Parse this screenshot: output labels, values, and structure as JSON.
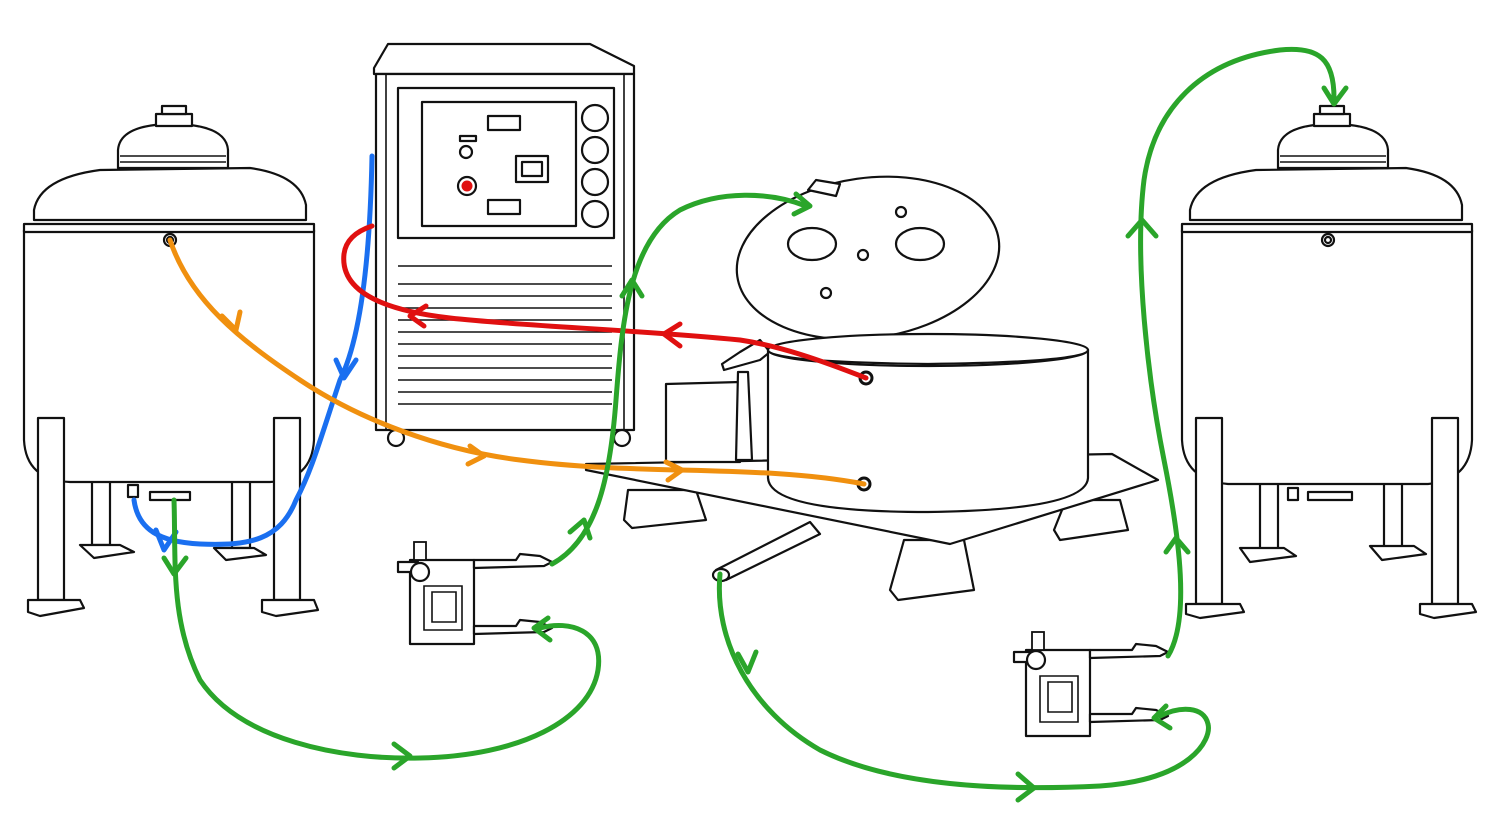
{
  "colors": {
    "equipment_outline": "#111111",
    "background": "#ffffff",
    "green_line": "#2aa52a",
    "orange_line": "#f0900f",
    "blue_line": "#1a6ff0",
    "red_line": "#e01010",
    "indicator_red": "#e01010"
  },
  "equipment": [
    {
      "name": "left-tank",
      "icon": "jacketed-vessel-icon"
    },
    {
      "name": "chiller-unit",
      "icon": "chiller-icon"
    },
    {
      "name": "centrifuge",
      "icon": "centrifuge-icon"
    },
    {
      "name": "right-tank",
      "icon": "jacketed-vessel-icon"
    },
    {
      "name": "left-pump",
      "icon": "diaphragm-pump-icon"
    },
    {
      "name": "right-pump",
      "icon": "diaphragm-pump-icon"
    }
  ],
  "flows": [
    {
      "name": "green-left",
      "color": "green"
    },
    {
      "name": "green-right",
      "color": "green"
    },
    {
      "name": "orange",
      "color": "orange"
    },
    {
      "name": "blue",
      "color": "blue"
    },
    {
      "name": "red",
      "color": "red"
    }
  ]
}
